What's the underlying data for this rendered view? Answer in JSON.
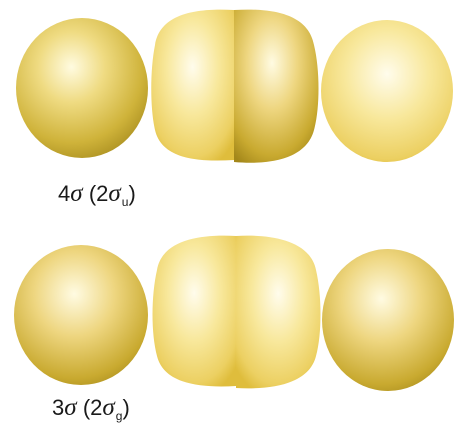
{
  "orbitals": [
    {
      "id": "upper",
      "number": "4",
      "symbol": "σ",
      "paren_open": "(",
      "paren_number": "2",
      "paren_symbol": "σ",
      "subscript": "u",
      "paren_close": ")"
    },
    {
      "id": "lower",
      "number": "3",
      "symbol": "σ",
      "paren_open": "(",
      "paren_number": "2",
      "paren_symbol": "σ",
      "subscript": "g",
      "paren_close": ")"
    }
  ],
  "colors": {
    "lobe_highlight": "#fffce0",
    "lobe_mid": "#f0dc78",
    "lobe_dark": "#c9a92a",
    "lobe_deep": "#a88a18",
    "background": "#ffffff"
  }
}
